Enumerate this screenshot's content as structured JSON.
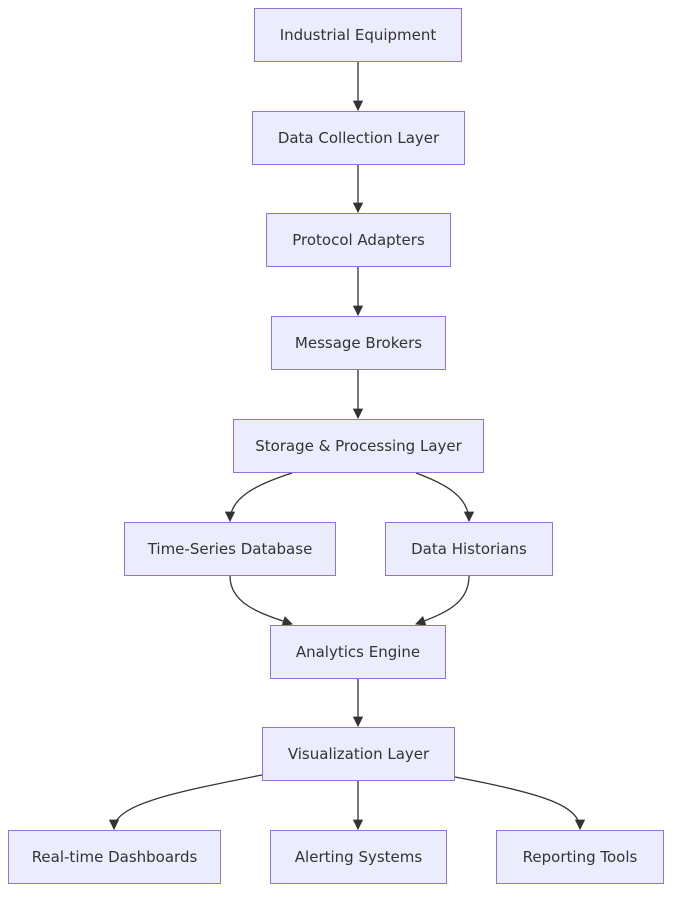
{
  "nodes": {
    "industrial_equipment": "Industrial Equipment",
    "data_collection_layer": "Data Collection Layer",
    "protocol_adapters": "Protocol Adapters",
    "message_brokers": "Message Brokers",
    "storage_processing_layer": "Storage & Processing Layer",
    "time_series_database": "Time-Series Database",
    "data_historians": "Data Historians",
    "analytics_engine": "Analytics Engine",
    "visualization_layer": "Visualization Layer",
    "realtime_dashboards": "Real-time Dashboards",
    "alerting_systems": "Alerting Systems",
    "reporting_tools": "Reporting Tools"
  },
  "edges": [
    {
      "from": "industrial_equipment",
      "to": "data_collection_layer"
    },
    {
      "from": "data_collection_layer",
      "to": "protocol_adapters"
    },
    {
      "from": "protocol_adapters",
      "to": "message_brokers"
    },
    {
      "from": "message_brokers",
      "to": "storage_processing_layer"
    },
    {
      "from": "storage_processing_layer",
      "to": "time_series_database"
    },
    {
      "from": "storage_processing_layer",
      "to": "data_historians"
    },
    {
      "from": "time_series_database",
      "to": "analytics_engine"
    },
    {
      "from": "data_historians",
      "to": "analytics_engine"
    },
    {
      "from": "analytics_engine",
      "to": "visualization_layer"
    },
    {
      "from": "visualization_layer",
      "to": "realtime_dashboards"
    },
    {
      "from": "visualization_layer",
      "to": "alerting_systems"
    },
    {
      "from": "visualization_layer",
      "to": "reporting_tools"
    }
  ],
  "colors": {
    "node_fill": "#ececff",
    "node_border": "#9370db",
    "text": "#333333",
    "edge": "#333333"
  }
}
